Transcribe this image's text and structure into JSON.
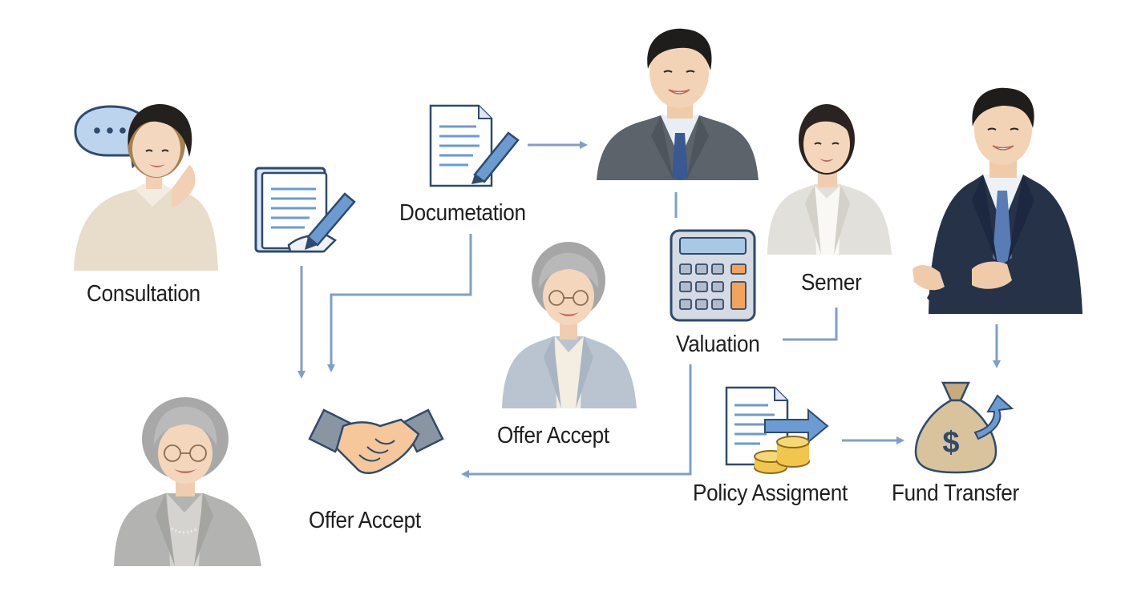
{
  "colors": {
    "connector": "#7f9fc6",
    "icon_blue": "#6b9bd1",
    "icon_outline": "#2f4a6d",
    "suit_dark": "#253248",
    "suit_gray": "#5d636b",
    "blazer_light": "#e2e0da",
    "cardigan": "#e8dccb",
    "blazer_blue_gray": "#b9c4d0",
    "bag_tan": "#d9c39c",
    "coin_gold": "#f2c64c",
    "calc_key_orange": "#f2a35c"
  },
  "icons": [
    "speech-bubble-icon",
    "document-pen-icon",
    "document-pen-icon",
    "calculator-icon",
    "handshake-icon",
    "document-arrow-coins-icon",
    "money-bag-icon"
  ],
  "diagram": {
    "labels": {
      "consultation": "Consultation",
      "documentation": "Documetation",
      "offer_accept_center": "Offer Accept",
      "valuation": "Valuation",
      "semer": "Semer",
      "offer_accept_bottom": "Offer Accept",
      "policy_assignment": "Policy Assigment",
      "fund_transfer": "Fund Transfer"
    }
  }
}
